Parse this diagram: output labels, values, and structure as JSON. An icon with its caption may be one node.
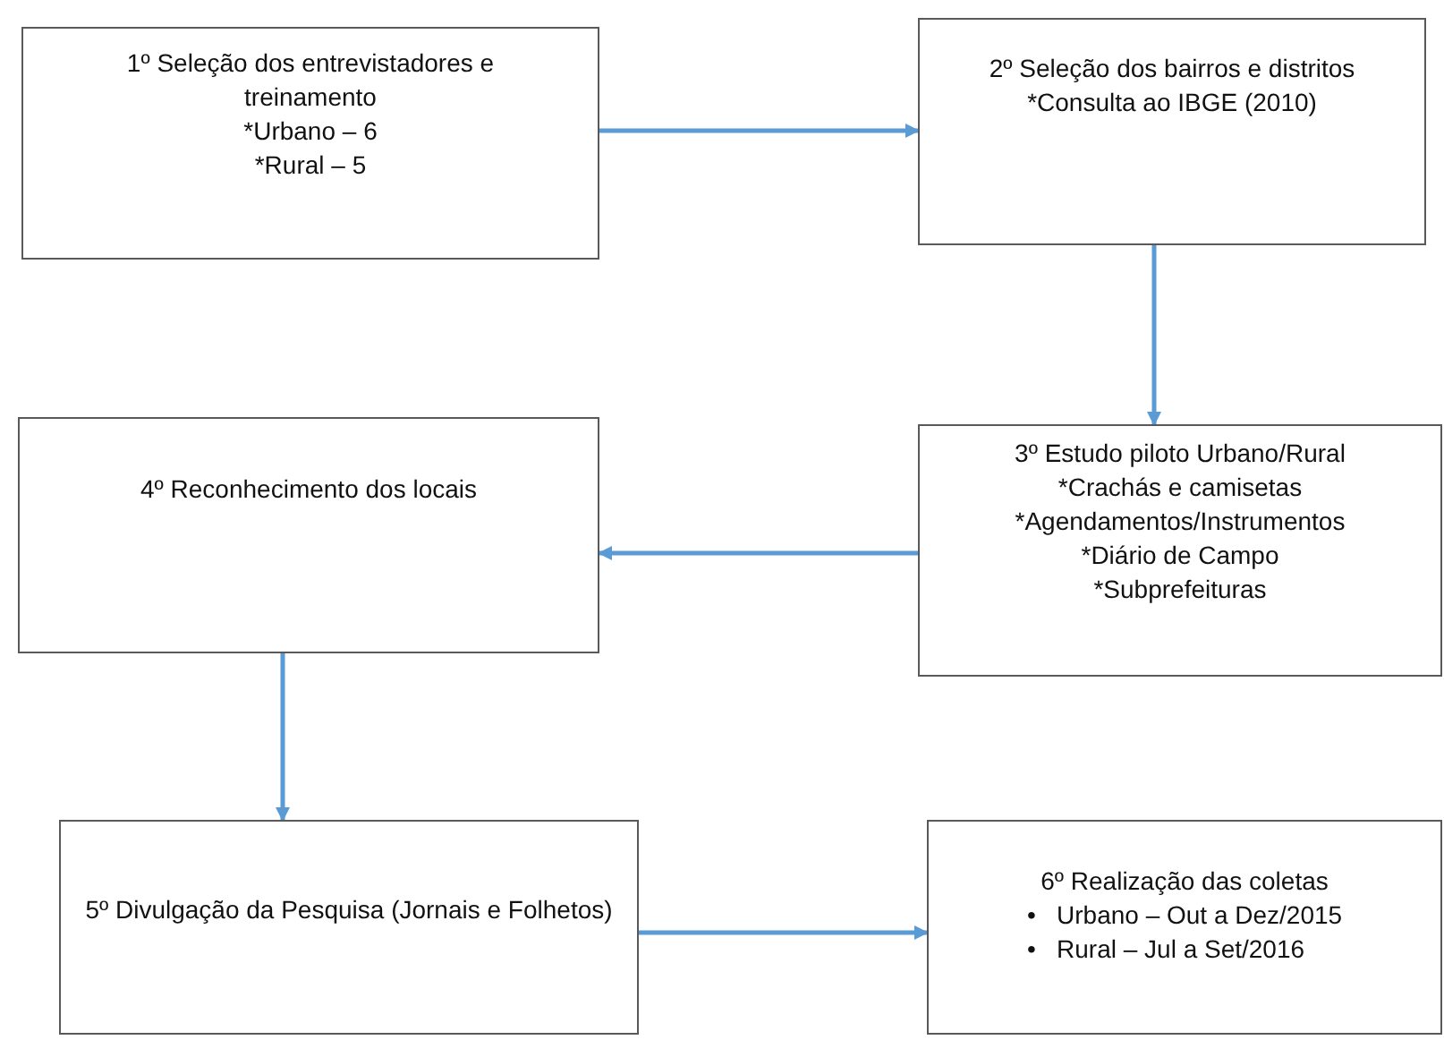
{
  "diagram": {
    "nodes": [
      {
        "text": [
          "1º Seleção dos entrevistadores e treinamento",
          "*Urbano – 6",
          "*Rural – 5"
        ]
      },
      {
        "text": [
          "2º Seleção dos bairros e distritos",
          "*Consulta ao IBGE (2010)"
        ]
      },
      {
        "text": [
          "3º Estudo piloto Urbano/Rural",
          "*Crachás e camisetas",
          "*Agendamentos/Instrumentos",
          "*Diário de Campo",
          "*Subprefeituras"
        ]
      },
      {
        "text": [
          "4º Reconhecimento dos locais"
        ]
      },
      {
        "text": [
          "5º Divulgação da Pesquisa (Jornais e Folhetos)"
        ]
      },
      {
        "text": [
          "6º Realização das coletas",
          "•   Urbano – Out a Dez/2015",
          "•   Rural – Jul a Set/2016"
        ]
      }
    ],
    "edges": [
      {
        "from": 0,
        "to": 1,
        "arrow": "to"
      },
      {
        "from": 1,
        "to": 2,
        "arrow": "to"
      },
      {
        "from": 2,
        "to": 3,
        "arrow": "to"
      },
      {
        "from": 3,
        "to": 4,
        "arrow": "to"
      },
      {
        "from": 4,
        "to": 5,
        "arrow": "to"
      }
    ]
  }
}
